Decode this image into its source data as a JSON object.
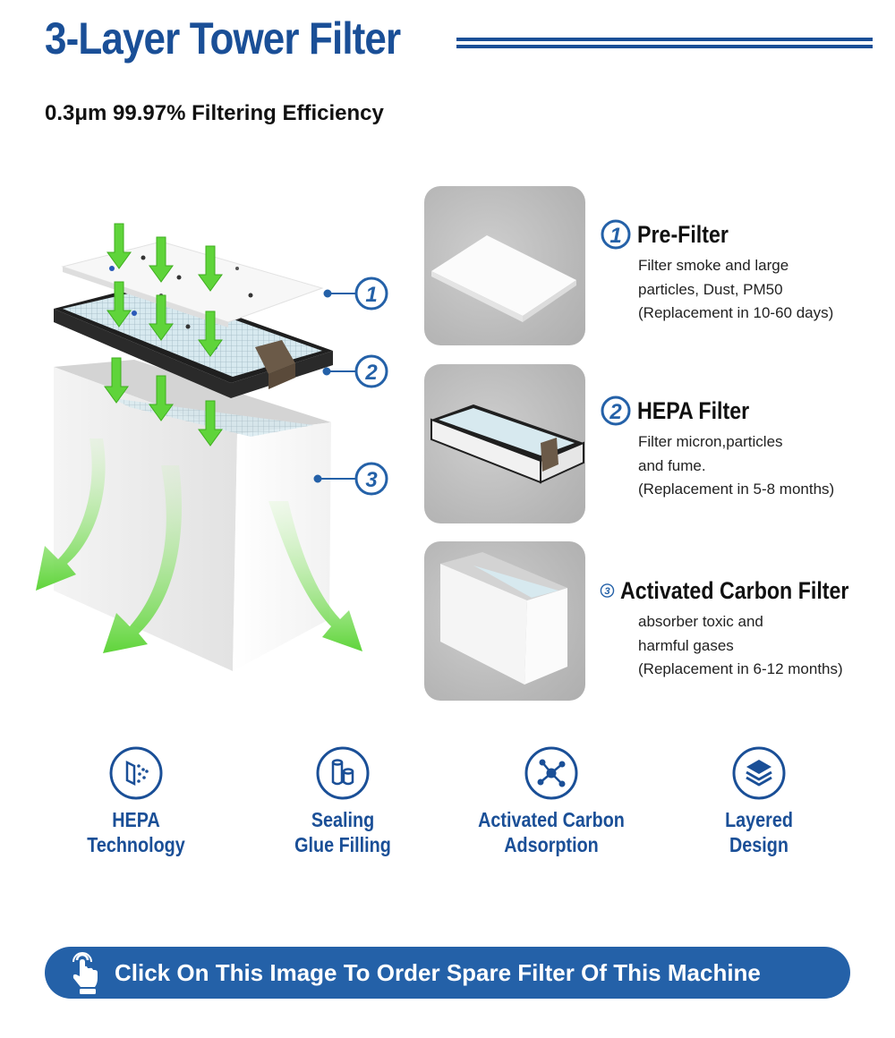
{
  "header": {
    "title": "3-Layer Tower Filter",
    "subtitle": "0.3μm 99.97% Filtering Efficiency"
  },
  "diagram": {
    "callouts": [
      "1",
      "2",
      "3"
    ]
  },
  "layers": [
    {
      "number": "1",
      "name": "Pre-Filter",
      "lines": [
        "Filter smoke and large",
        "particles, Dust, PM50",
        "(Replacement in 10-60 days)"
      ]
    },
    {
      "number": "2",
      "name": "HEPA Filter",
      "lines": [
        "Filter micron,particles",
        "and fume.",
        "(Replacement in 5-8 months)"
      ]
    },
    {
      "number": "3",
      "name": "Activated Carbon Filter",
      "lines": [
        "absorber toxic and",
        "harmful gases",
        "(Replacement in 6-12 months)"
      ]
    }
  ],
  "features": [
    {
      "icon": "hepa-technology-icon",
      "lines": [
        "HEPA",
        "Technology"
      ]
    },
    {
      "icon": "sealing-glue-icon",
      "lines": [
        "Sealing",
        "Glue Filling"
      ]
    },
    {
      "icon": "molecule-icon",
      "lines": [
        "Activated Carbon",
        "Adsorption"
      ]
    },
    {
      "icon": "layers-icon",
      "lines": [
        "Layered",
        "Design"
      ]
    }
  ],
  "cta": {
    "label": "Click On This Image To Order Spare Filter Of This Machine"
  },
  "colors": {
    "brand_blue": "#1a4f97",
    "cta_blue": "#2461a8",
    "airflow_green": "#5fd43a"
  }
}
